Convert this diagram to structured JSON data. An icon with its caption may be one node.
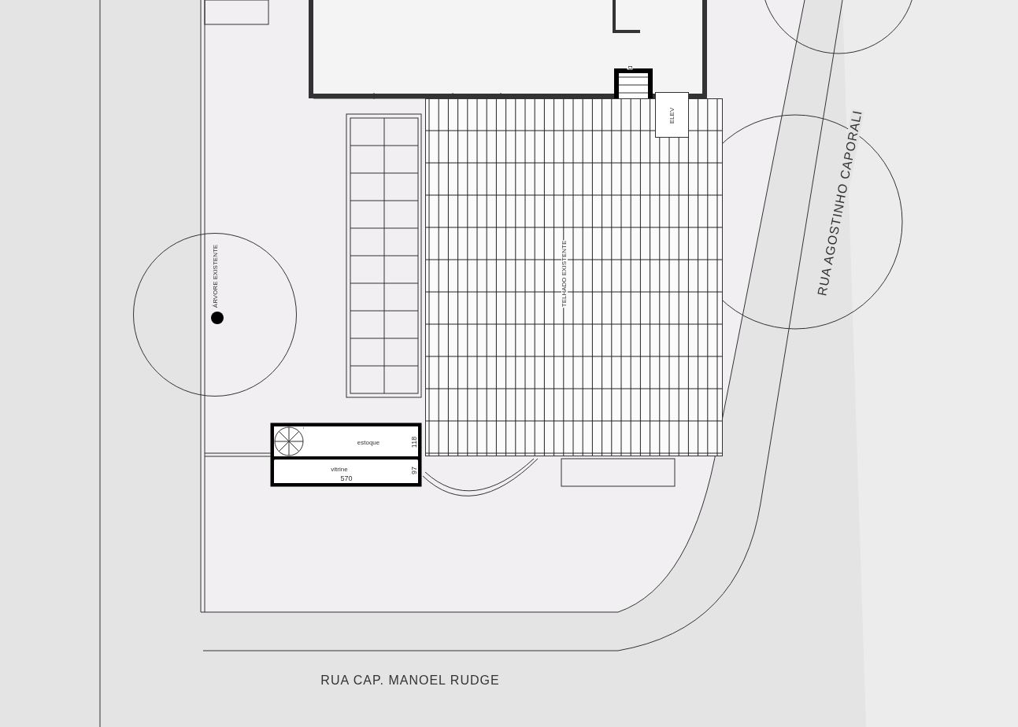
{
  "diagram": {
    "nodes": [
      {
        "text": [
          "TELHADO EXISTENTE"
        ]
      },
      {
        "text": [
          "ELEV"
        ]
      },
      {
        "text": [
          "estoque"
        ]
      },
      {
        "text": [
          "vitrine"
        ]
      },
      {
        "text": [
          "ÁRVORE EXISTENTE"
        ]
      }
    ],
    "edges": [],
    "labels": [
      "D",
      "118",
      "97",
      "570",
      "RUA CAP. MANOEL RUDGE",
      "RUA AGOSTINHO CAPORALI"
    ]
  }
}
